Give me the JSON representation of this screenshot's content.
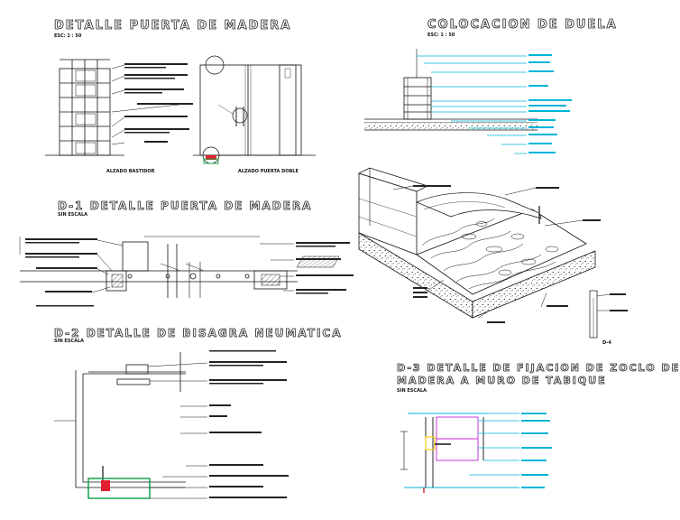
{
  "sheet": {
    "titles": {
      "detalle_puerta": "DETALLE PUERTA DE MADERA",
      "colocacion_duela": "COLOCACION DE DUELA",
      "d1": "D-1  DETALLE PUERTA DE MADERA",
      "d2": "D-2  DETALLE DE BISAGRA NEUMATICA",
      "d3_line1": "D-3  DETALLE DE FIJACION DE ZOCLO DE",
      "d3_line2": "MADERA A MURO DE TABIQUE"
    },
    "scales": {
      "detalle_puerta": "ESC: 1 : 50",
      "colocacion_duela": "ESC: 1 : 50",
      "d1": "SIN ESCALA",
      "d2": "SIN ESCALA",
      "d3": "SIN ESCALA"
    },
    "captions": {
      "alzado_bastidor": "ALZADO BASTIDOR",
      "alzado_puerta_doble": "ALZADO PUERTA DOBLE"
    },
    "marks": {
      "iso_corner": "D-4"
    },
    "colors": {
      "line": "#111111",
      "leader_cyan": "#00b4d8",
      "accent_magenta": "#c026d3",
      "accent_green": "#16a34a",
      "accent_red": "#e11d2e",
      "accent_yellow": "#facc15"
    }
  }
}
